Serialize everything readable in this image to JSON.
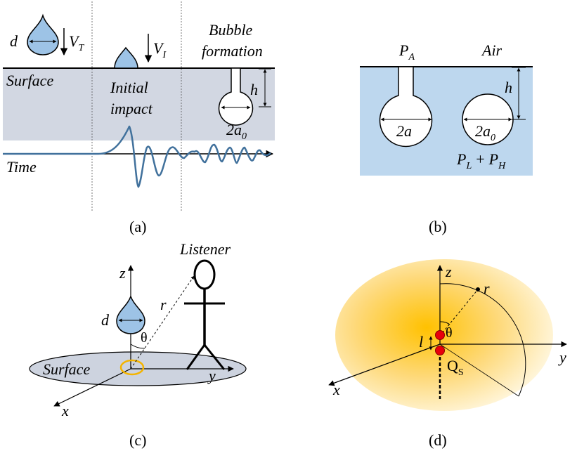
{
  "panel_a": {
    "d": "d",
    "vt_main": "V",
    "vt_sub": "T",
    "vi_main": "V",
    "vi_sub": "I",
    "bubble_line1": "Bubble",
    "bubble_line2": "formation",
    "surface": "Surface",
    "impact_line1": "Initial",
    "impact_line2": "impact",
    "h": "h",
    "a0_main": "2a",
    "a0_sub": "0",
    "time": "Time",
    "caption": "(a)"
  },
  "panel_b": {
    "pa_main": "P",
    "pa_sub": "A",
    "air": "Air",
    "h": "h",
    "a_label": "2a",
    "a0_main": "2a",
    "a0_sub": "0",
    "pl_main": "P",
    "pl_sub": "L",
    "plus": "+",
    "ph_main": "P",
    "ph_sub": "H",
    "caption": "(b)"
  },
  "panel_c": {
    "listener": "Listener",
    "z": "z",
    "d": "d",
    "r": "r",
    "theta": "θ",
    "surface": "Surface",
    "y": "y",
    "x": "x",
    "caption": "(c)"
  },
  "panel_d": {
    "z": "z",
    "r": "r",
    "theta": "θ",
    "l": "l",
    "qs_main": "Q",
    "qs_sub": "S",
    "y": "y",
    "x": "x",
    "caption": "(d)"
  },
  "colors": {
    "water_grey": "#d2d7e2",
    "water_blue": "#bdd7ee",
    "drop_blue": "#9dc3e6",
    "wave": "#41719c",
    "ellipse_grey": "#cdd3df",
    "ring": "#f4b400",
    "heat_center": "#ffc100",
    "source_red": "#e8000b"
  }
}
